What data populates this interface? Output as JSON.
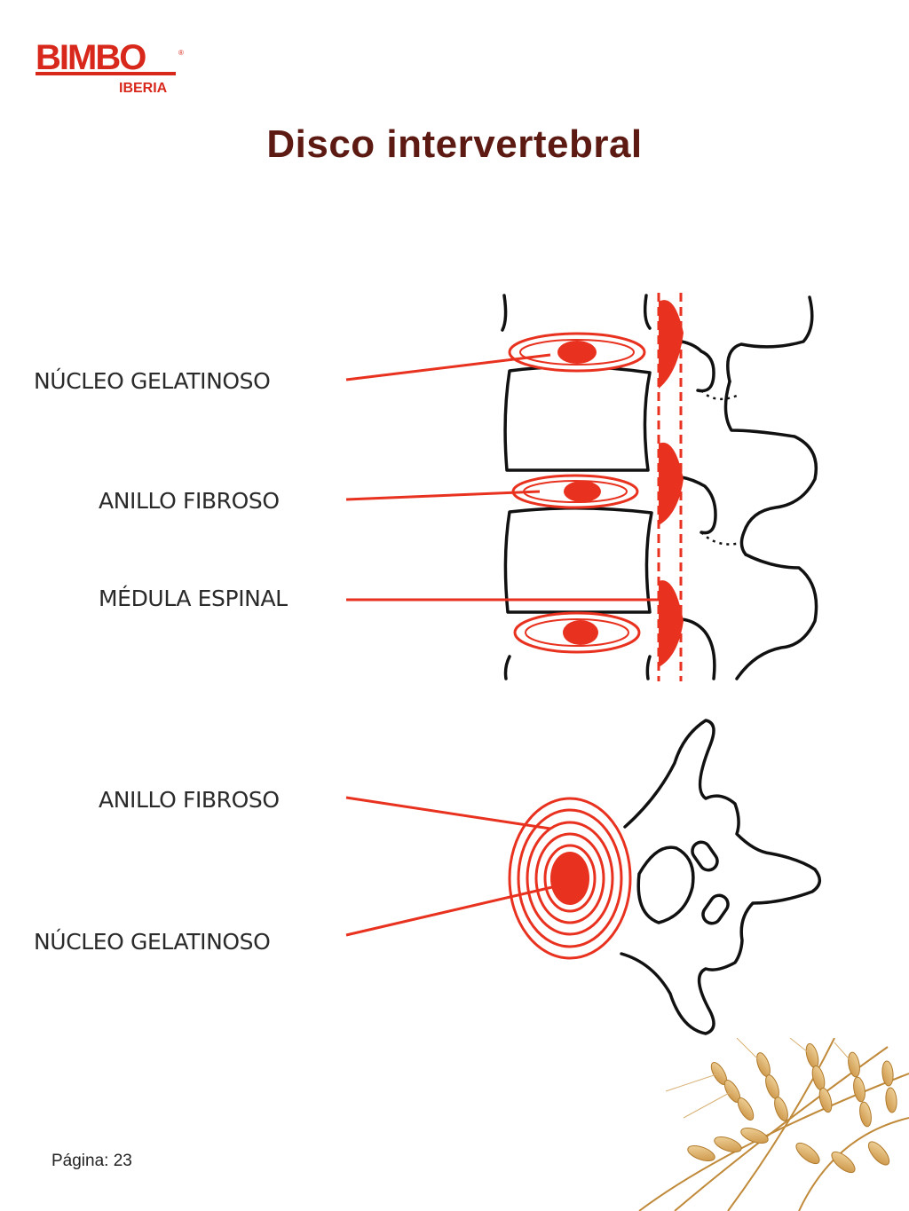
{
  "logo": {
    "brand": "BIMBO",
    "sub": "IBERIA"
  },
  "title": "Disco intervertebral",
  "labels": {
    "side_nucleo": "NÚCLEO GELATINOSO",
    "side_anillo": "ANILLO FIBROSO",
    "side_medula": "MÉDULA ESPINAL",
    "top_anillo": "ANILLO FIBROSO",
    "top_nucleo": "NÚCLEO GELATINOSO"
  },
  "footer": {
    "page": "Página: 23"
  },
  "colors": {
    "accent": "#e8321f",
    "title": "#5c1a12",
    "logo_red": "#d8281c"
  }
}
